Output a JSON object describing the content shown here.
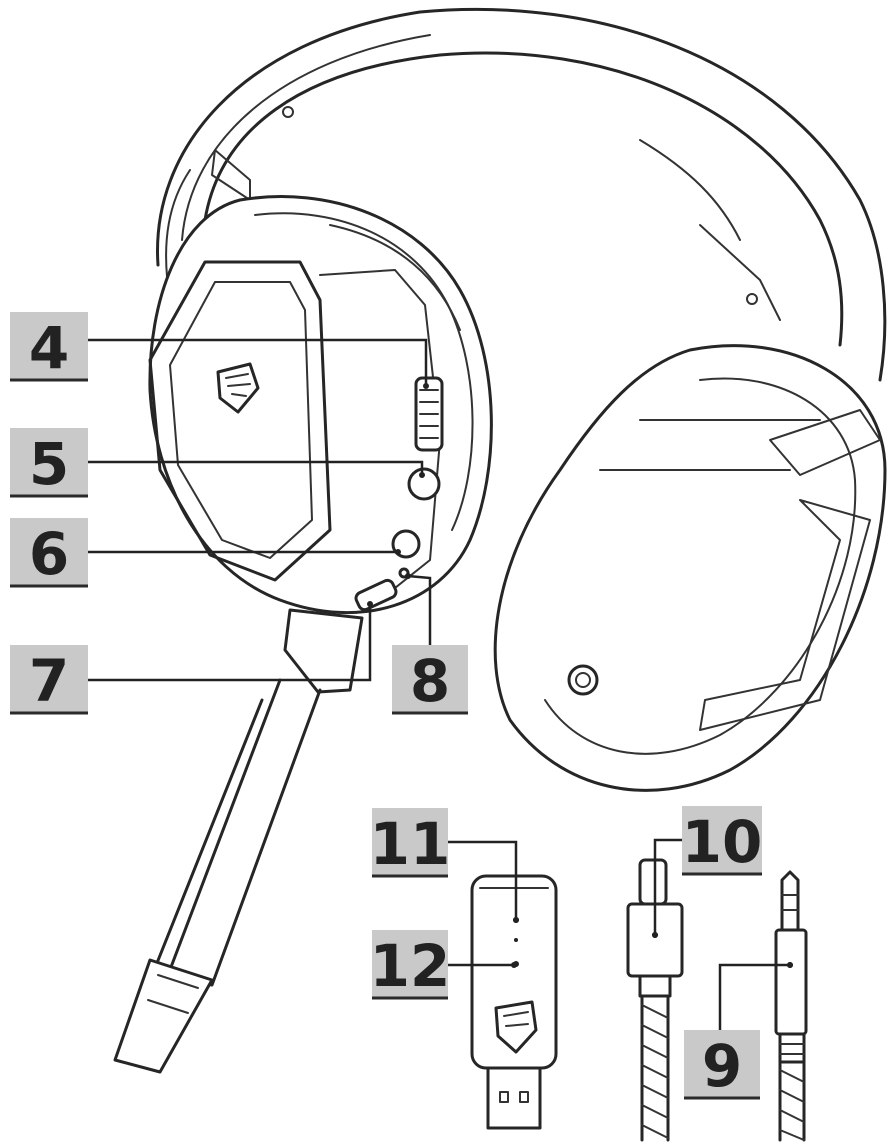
{
  "callouts": [
    {
      "id": "4",
      "text": "4"
    },
    {
      "id": "5",
      "text": "5"
    },
    {
      "id": "6",
      "text": "6"
    },
    {
      "id": "7",
      "text": "7"
    },
    {
      "id": "8",
      "text": "8"
    },
    {
      "id": "9",
      "text": "9"
    },
    {
      "id": "10",
      "text": "10"
    },
    {
      "id": "11",
      "text": "11"
    },
    {
      "id": "12",
      "text": "12"
    }
  ],
  "logo_icon": "msi-dragon-shield-icon"
}
